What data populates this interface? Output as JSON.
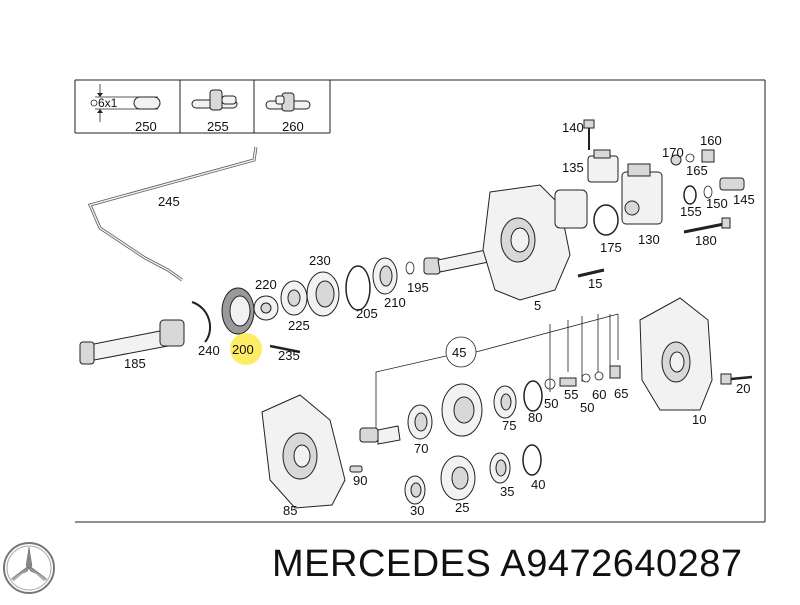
{
  "brand": "MERCEDES",
  "part_number": "A9472640287",
  "colors": {
    "highlight": "#ffe94a",
    "line": "#222222",
    "part_fill": "#f2f2f2"
  },
  "legend": {
    "dimension": "6x1",
    "labels": [
      "250",
      "255",
      "260"
    ]
  },
  "callouts": {
    "c5": "5",
    "c10": "10",
    "c15": "15",
    "c20": "20",
    "c25": "25",
    "c30": "30",
    "c35": "35",
    "c40": "40",
    "c45": "45",
    "c50a": "50",
    "c50b": "50",
    "c55": "55",
    "c60": "60",
    "c65": "65",
    "c70": "70",
    "c75": "75",
    "c80": "80",
    "c85": "85",
    "c90": "90",
    "c130": "130",
    "c135": "135",
    "c140": "140",
    "c145": "145",
    "c150": "150",
    "c155": "155",
    "c160": "160",
    "c165": "165",
    "c170": "170",
    "c175": "175",
    "c180": "180",
    "c185": "185",
    "c195": "195",
    "c200": "200",
    "c205": "205",
    "c210": "210",
    "c220": "220",
    "c225": "225",
    "c230": "230",
    "c235": "235",
    "c240": "240",
    "c245": "245"
  }
}
